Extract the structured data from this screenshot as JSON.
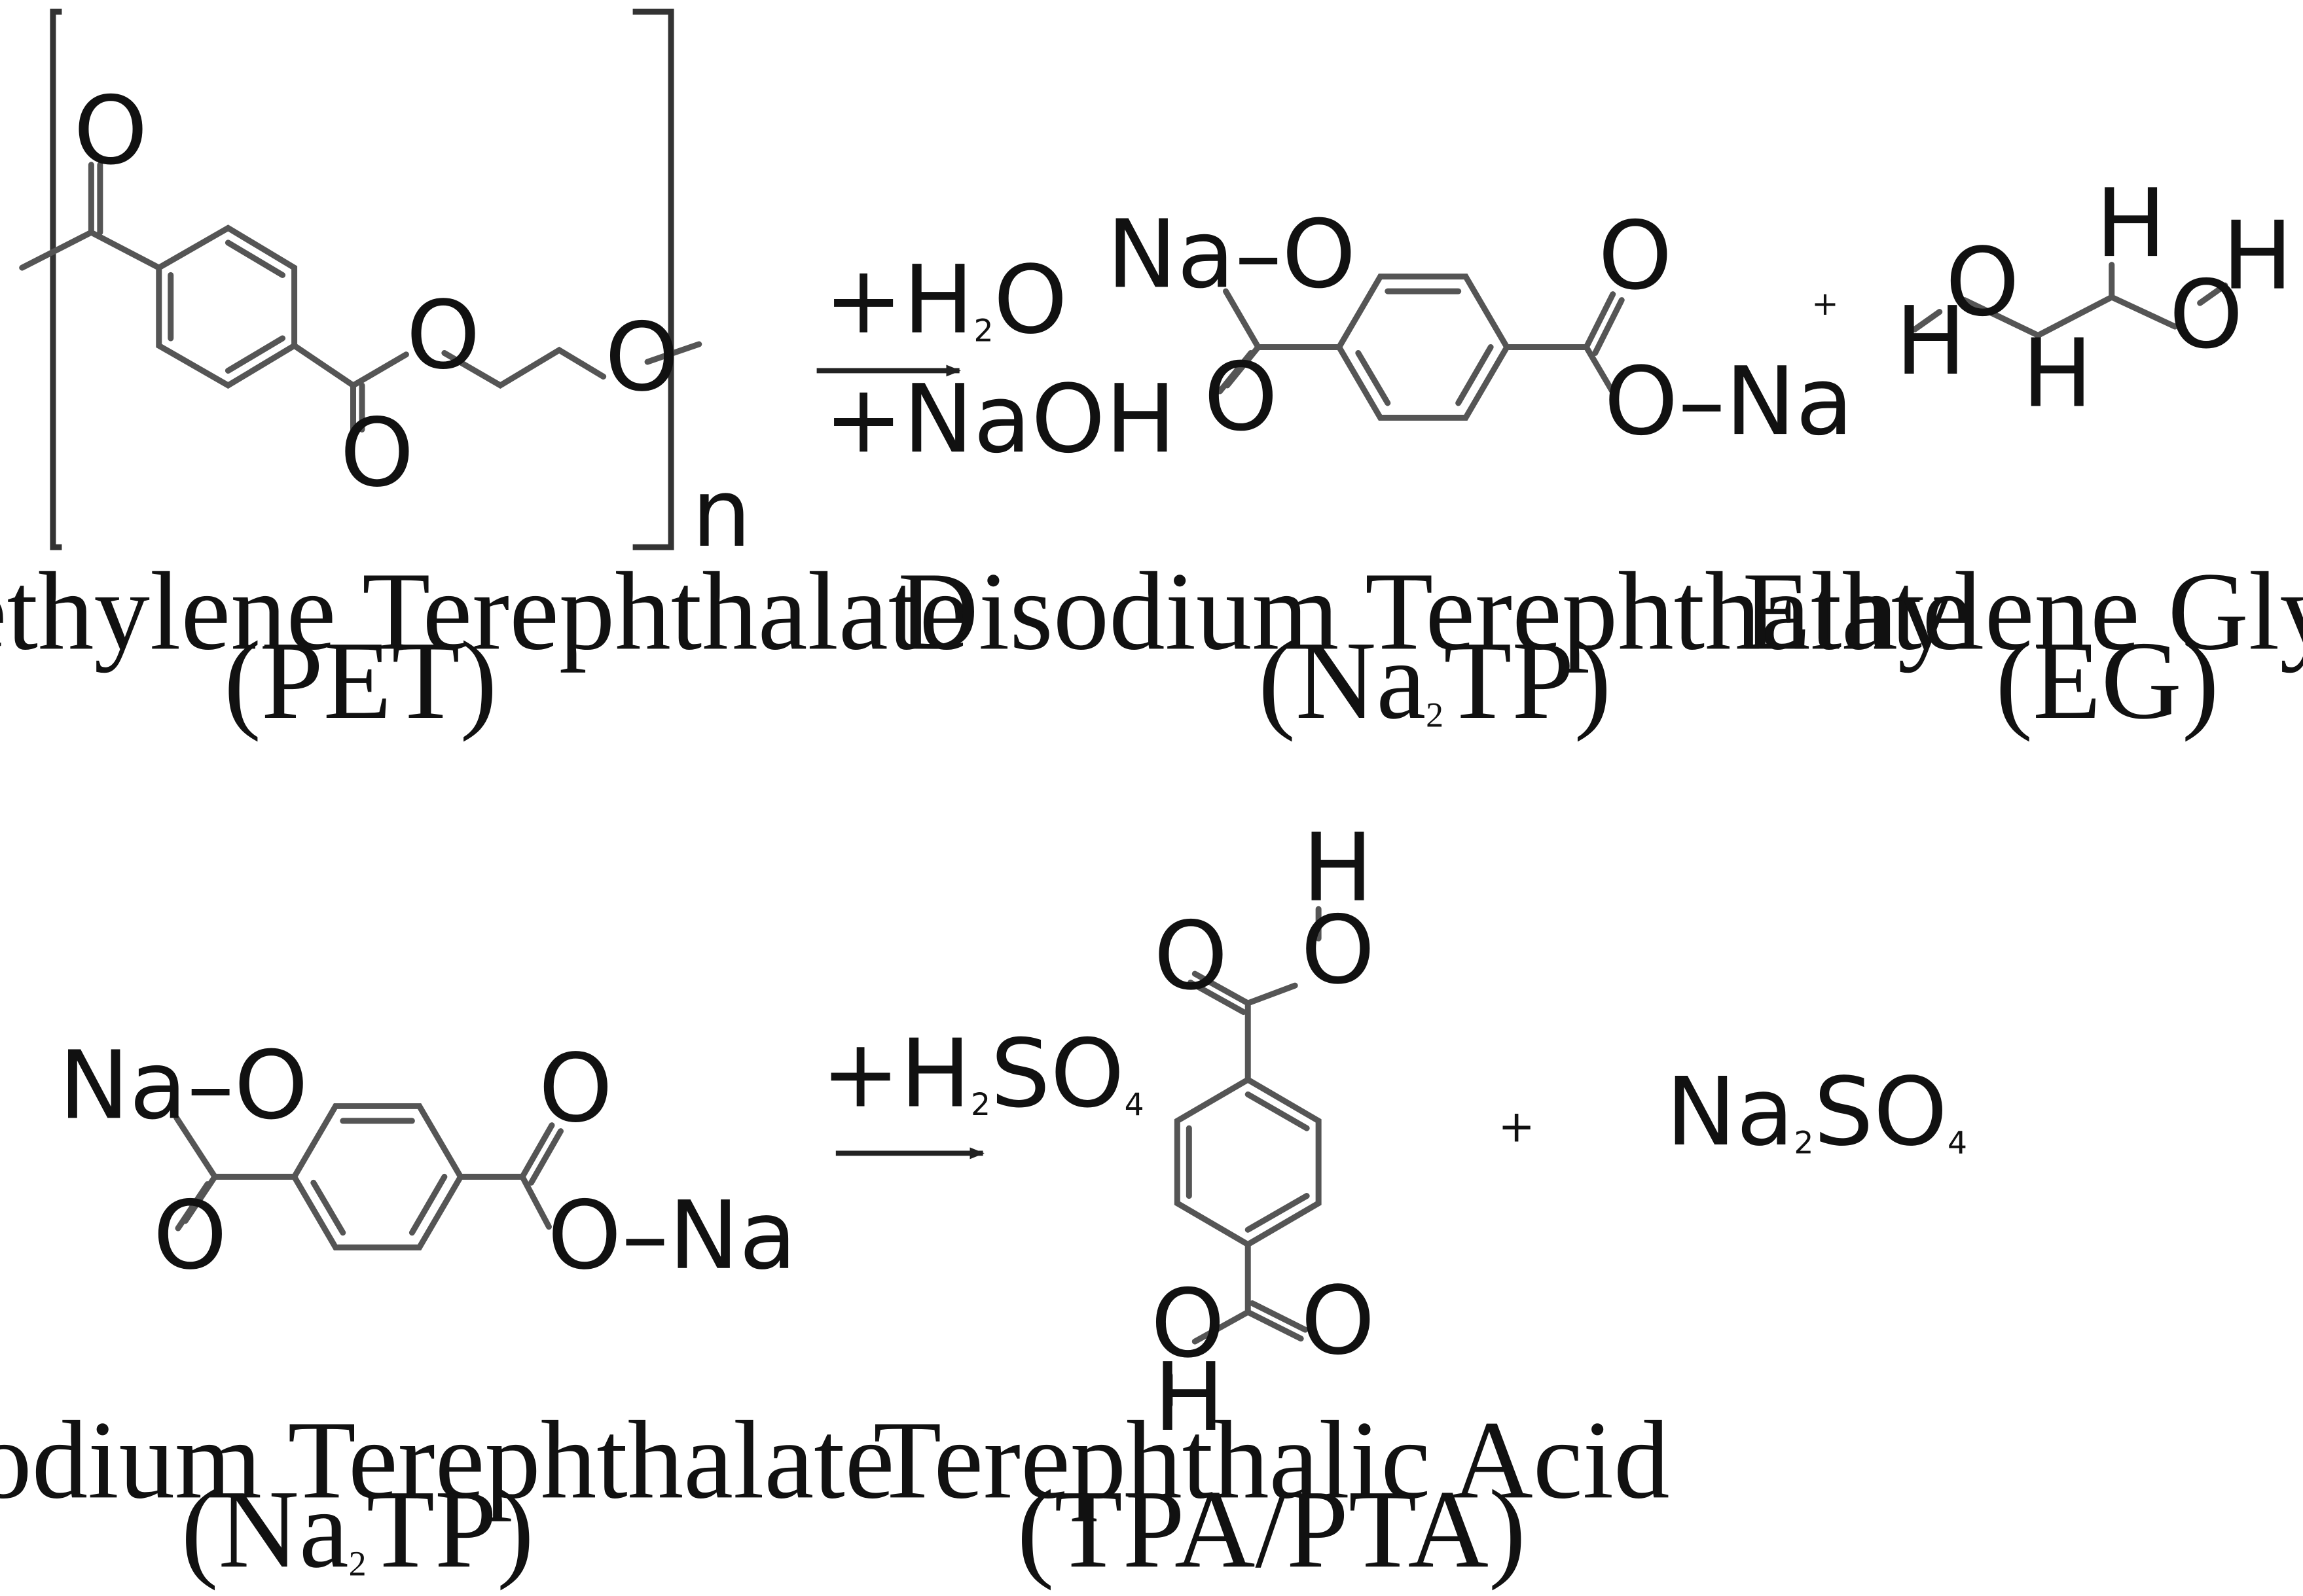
{
  "reaction1": {
    "reagents": [
      "+H2O",
      "+NaOH"
    ],
    "plus": "+",
    "repeat_label": "n",
    "pet": {
      "name": "Polyethylene Terephthalate",
      "abbr": "(PET)"
    },
    "na2tp": {
      "name": "Disodium Terephthalate",
      "abbr": "(Na2TP)"
    },
    "eg": {
      "name": "Ethylene Glycol",
      "abbr": "(EG)"
    }
  },
  "reaction2": {
    "reagent": "+H2SO4",
    "plus": "+",
    "byproduct": "Na2SO4",
    "na2tp": {
      "name": "Disodium Terephthalate",
      "abbr": "(Na2TP)"
    },
    "tpa": {
      "name": "Terephthalic Acid",
      "abbr": "(TPA/PTA)"
    }
  },
  "atom_labels": {
    "oxygen": "O",
    "hydrogen": "H",
    "na_o": "Na–O",
    "o_na": "O–Na"
  }
}
